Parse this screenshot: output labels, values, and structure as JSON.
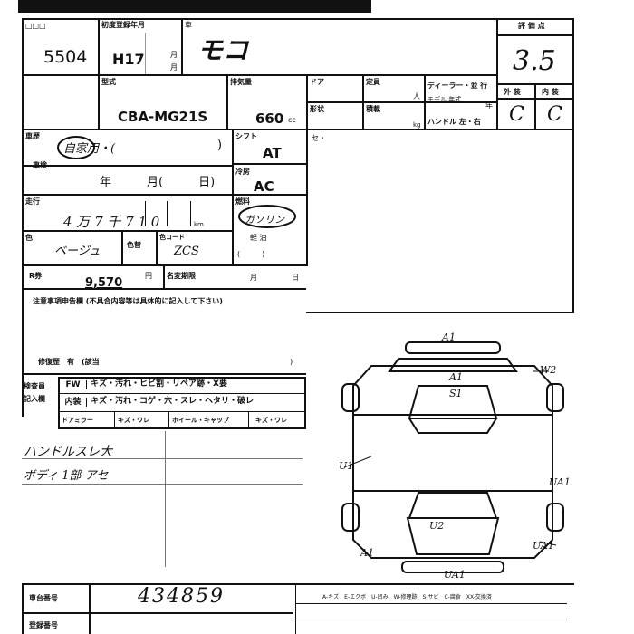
{
  "sheet": {
    "lot_number": "5504",
    "reg_year_label": "初度登録年月",
    "reg_year": "H17",
    "month_mark_1": "月",
    "month_mark_2": "月",
    "car_name": "モコ",
    "score_label": "評 価 点",
    "score_value": "3.5",
    "exterior_label": "外 装",
    "interior_label": "内 装",
    "exterior_grade": "C",
    "interior_grade": "C",
    "model_code_label": "型式",
    "model_code": "CBA-MG21S",
    "displacement_label": "排気量",
    "displacement": "660",
    "displacement_unit": "cc",
    "door_label": "ドア",
    "capacity_label": "定員",
    "capacity_unit": "人",
    "shape_label": "形状",
    "load_label": "積載",
    "load_unit": "kg",
    "dealer_label": "ディーラー・並 行",
    "model_year_label": "モデル 年式",
    "year_char": "年",
    "steering_label": "ハンドル 左・右",
    "usage_label": "車歴",
    "usage_value": "自家用・(",
    "usage_close": ")",
    "inspection_label": "車検",
    "inspection_value": "年　　　月(　　　日)",
    "shift_label": "シフト",
    "shift_value": "AT",
    "aircon_label": "冷房",
    "aircon_value": "AC",
    "mileage_label": "走行",
    "mileage_value": "4 万 7 千 7 1 0",
    "mileage_unit": "km",
    "fuel_label": "燃料",
    "fuel_value": "ガソリン",
    "fuel_other_label": "軽 油",
    "fuel_paren": "(　　　)",
    "color_label": "色",
    "color_value": "ベージュ",
    "color_tone_label": "色替",
    "color_code_label": "色コード",
    "color_code_value": "ZCS",
    "recycle_label": "R券",
    "recycle_value": "9,570",
    "recycle_unit": "円",
    "name_change_label": "名変期限",
    "name_change_month": "月",
    "name_change_day": "日",
    "notes_label": "注意事項申告欄 (不具合内容等は具体的に記入して下さい)",
    "repair_label": "修復歴　有　(該当",
    "repair_close": ")",
    "se_label": "セ・",
    "check_title_1": "検査員",
    "check_title_2": "記入欄",
    "check_row1_head": "FW",
    "check_row1_body": "キズ・汚れ・ヒビ割・リペア跡・X要",
    "check_row2_head": "内装",
    "check_row2_body": "キズ・汚れ・コゲ・穴・スレ・ヘタリ・破レ",
    "check_row3_cells": [
      "ドアミラー",
      "キズ・ワレ",
      "ホイール・キャップ",
      "キズ・ワレ"
    ],
    "handwritten_note_1": "ハンドルスレ大",
    "handwritten_note_2": "ボディ 1部 アセ",
    "chassis_label": "車台番号",
    "chassis_value": "434859",
    "registration_label": "登録番号",
    "legend": "A-キズ　E-エクボ　U-凹み　W-修理跡　S-サビ　C-腐食　XX-交換済",
    "diagram_marks": [
      "A1",
      "W2",
      "A1",
      "S1",
      "U1",
      "UA1",
      "U2",
      "A1",
      "UA1",
      "UA1"
    ]
  }
}
